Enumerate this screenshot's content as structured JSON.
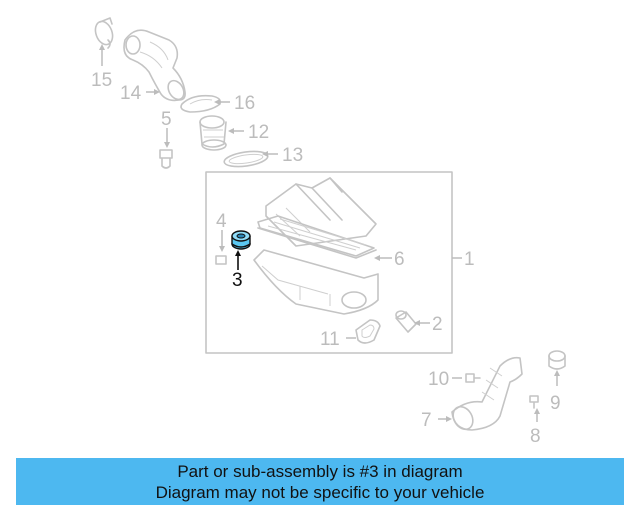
{
  "callouts": [
    {
      "id": "15",
      "label": "15",
      "highlight": false
    },
    {
      "id": "14",
      "label": "14",
      "highlight": false
    },
    {
      "id": "16",
      "label": "16",
      "highlight": false
    },
    {
      "id": "5",
      "label": "5",
      "highlight": false
    },
    {
      "id": "12",
      "label": "12",
      "highlight": false
    },
    {
      "id": "13",
      "label": "13",
      "highlight": false
    },
    {
      "id": "4",
      "label": "4",
      "highlight": false
    },
    {
      "id": "3",
      "label": "3",
      "highlight": true
    },
    {
      "id": "6",
      "label": "6",
      "highlight": false
    },
    {
      "id": "1",
      "label": "1",
      "highlight": false
    },
    {
      "id": "11",
      "label": "11",
      "highlight": false
    },
    {
      "id": "2",
      "label": "2",
      "highlight": false
    },
    {
      "id": "10",
      "label": "10",
      "highlight": false
    },
    {
      "id": "9",
      "label": "9",
      "highlight": false
    },
    {
      "id": "7",
      "label": "7",
      "highlight": false
    },
    {
      "id": "8",
      "label": "8",
      "highlight": false
    }
  ],
  "caption": {
    "line1": "Part or sub-assembly is #3 in diagram",
    "line2": "Diagram may not be specific to your vehicle"
  },
  "colors": {
    "highlight_part": "#5bc8f2",
    "caption_background": "#4db8f0",
    "muted_line": "#c4c4c4"
  }
}
